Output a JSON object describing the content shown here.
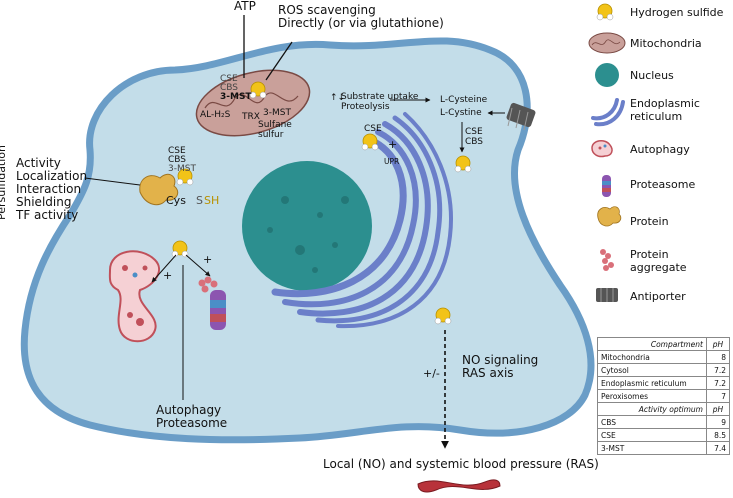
{
  "top_labels": {
    "atp": "ATP",
    "ros_line1": "ROS scavenging",
    "ros_line2": "Directly (or via glutathione)"
  },
  "mitochondria": {
    "cse": "CSE",
    "cbs": "CBS",
    "mst": "3-MST",
    "al_h2s": "AL-H₂S",
    "trx": "TRX",
    "mst2": "3-MST",
    "sulfane1": "Sulfane",
    "sulfane2": "sulfur"
  },
  "uptake": {
    "line1": "Substrate uptake",
    "line2": "Proteolysis",
    "arrow_symbol": "↑↓",
    "l_cysteine": "L-Cysteine",
    "l_cystine": "L-Cystine",
    "cse": "CSE",
    "cbs": "CBS"
  },
  "er": {
    "cse": "CSE",
    "plus": "+",
    "upr": "UPR"
  },
  "persulfidation": {
    "axis_label": "Persulfidation",
    "items": [
      "Activity",
      "Localization",
      "Interaction",
      "Shielding",
      "TF activity"
    ],
    "cse": "CSE",
    "cbs": "CBS",
    "mst": "3-MST",
    "cys": "Cys",
    "s": "S",
    "sh": "SH"
  },
  "autophagy": {
    "plus_left": "+",
    "plus_right": "+",
    "label_line1": "Autophagy",
    "label_line2": "Proteasome"
  },
  "no_signaling": {
    "pm": "+/-",
    "line1": "NO signaling",
    "line2": "RAS axis"
  },
  "bottom_label": "Local (NO) and systemic blood pressure (RAS)",
  "molecule": {
    "s": "S",
    "h": "H"
  },
  "legend": [
    {
      "icon": "hydrogen-sulfide-icon",
      "label": "Hydrogen sulfide"
    },
    {
      "icon": "mitochondria-icon",
      "label": "Mitochondria"
    },
    {
      "icon": "nucleus-icon",
      "label": "Nucleus"
    },
    {
      "icon": "endoplasmic-reticulum-icon",
      "label": "Endoplasmic reticulum"
    },
    {
      "icon": "autophagy-icon",
      "label": "Autophagy"
    },
    {
      "icon": "proteasome-icon",
      "label": "Proteasome"
    },
    {
      "icon": "protein-icon",
      "label": "Protein"
    },
    {
      "icon": "protein-aggregate-icon",
      "label": "Protein aggregate"
    },
    {
      "icon": "antiporter-icon",
      "label": "Antiporter"
    }
  ],
  "table": {
    "header1": {
      "name": "Compartment",
      "value": "pH"
    },
    "rows1": [
      {
        "name": "Mitochondria",
        "value": "8"
      },
      {
        "name": "Cytosol",
        "value": "7.2"
      },
      {
        "name": "Endoplasmic reticulum",
        "value": "7.2"
      },
      {
        "name": "Peroxisomes",
        "value": "7"
      }
    ],
    "header2": {
      "name": "Activity optimum",
      "value": "pH"
    },
    "rows2": [
      {
        "name": "CBS",
        "value": "9"
      },
      {
        "name": "CSE",
        "value": "8.5"
      },
      {
        "name": "3-MST",
        "value": "7.4"
      }
    ]
  },
  "colors": {
    "cell_fill": "#c3dde9",
    "cell_border": "#6a9dc7",
    "nucleus": "#2c8f8f",
    "er": "#6b7fc9",
    "mito": "#c9a09a",
    "h2s": "#f2c318",
    "protein": "#e2b24a",
    "vessel": "#b8323a"
  }
}
